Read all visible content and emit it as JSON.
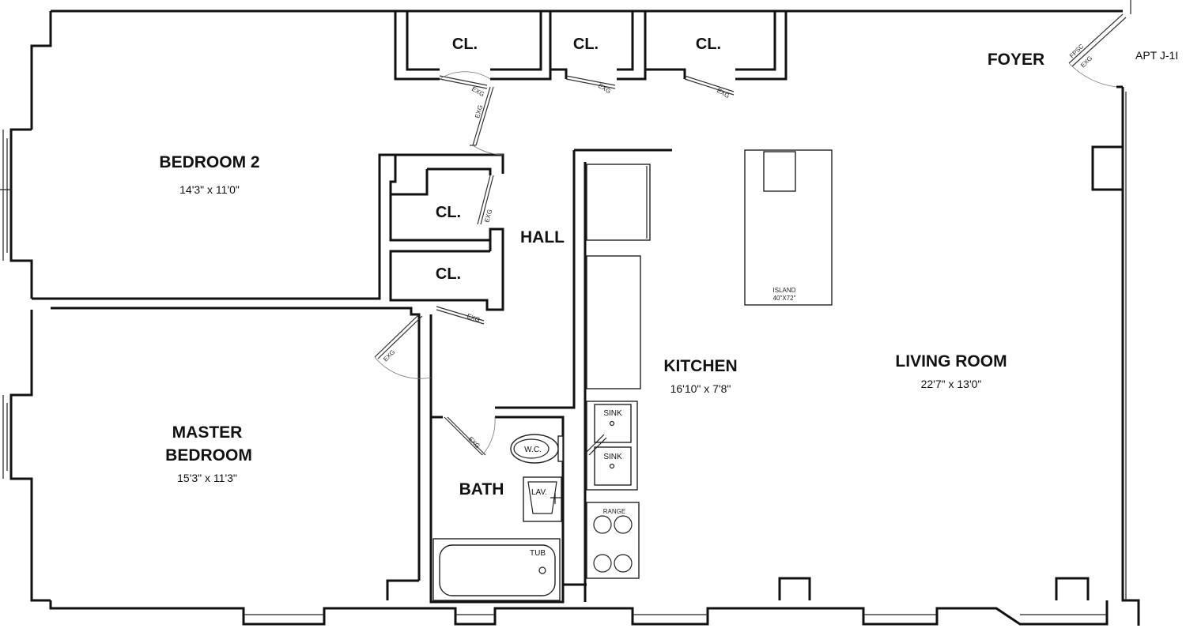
{
  "apartment": {
    "unit_label": "APT J-1I"
  },
  "rooms": {
    "bedroom2": {
      "name": "BEDROOM 2",
      "dimensions": "14'3\" x 11'0\""
    },
    "master": {
      "name_line1": "MASTER",
      "name_line2": "BEDROOM",
      "dimensions": "15'3\" x 11'3\""
    },
    "hall": {
      "name": "HALL"
    },
    "kitchen": {
      "name": "KITCHEN",
      "dimensions": "16'10\" x 7'8\""
    },
    "living": {
      "name": "LIVING ROOM",
      "dimensions": "22'7\" x 13'0\""
    },
    "foyer": {
      "name": "FOYER"
    },
    "bath": {
      "name": "BATH"
    }
  },
  "closets": {
    "label": "CL."
  },
  "door_marks": {
    "exg": "EXG",
    "fpsc": "FPSC"
  },
  "fixtures": {
    "island_name": "ISLAND",
    "island_size": "40\"X72\"",
    "sink": "SINK",
    "range": "RANGE",
    "wc": "W.C.",
    "lav": "LAV.",
    "tub": "TUB"
  }
}
